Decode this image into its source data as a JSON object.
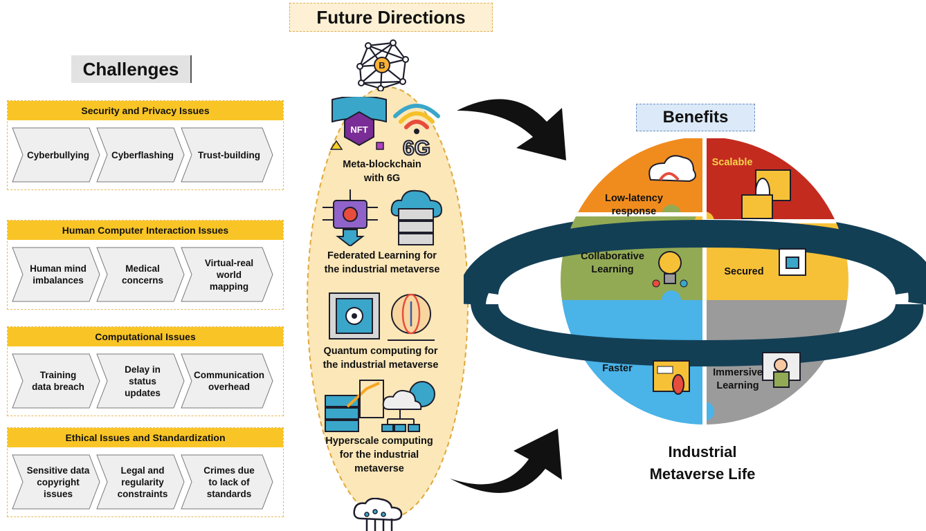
{
  "future_directions": {
    "title": "Future Directions",
    "items": [
      {
        "label": "Meta-blockchain\nwith 6G"
      },
      {
        "label": "Federated Learning for\nthe industrial metaverse"
      },
      {
        "label": "Quantum computing for\nthe industrial metaverse"
      },
      {
        "label": "Hyperscale computing\nfor the industrial\nmetaverse"
      }
    ],
    "icon_texts": {
      "nft": "NFT",
      "g6": "6G",
      "bitcoin": "B"
    }
  },
  "challenges": {
    "title": "Challenges",
    "groups": [
      {
        "title": "Security and Privacy Issues",
        "items": [
          "Cyberbullying",
          "Cyberflashing",
          "Trust-building"
        ]
      },
      {
        "title": "Human Computer Interaction Issues",
        "items": [
          "Human mind\nimbalances",
          "Medical\nconcerns",
          "Virtual-real\nworld\nmapping"
        ]
      },
      {
        "title": "Computational Issues",
        "items": [
          "Training\ndata breach",
          "Delay in status\nupdates",
          "Communication\noverhead"
        ]
      },
      {
        "title": "Ethical Issues and Standardization",
        "items": [
          "Sensitive data\ncopyright\nissues",
          "Legal and\nregularity\nconstraints",
          "Crimes due\nto lack of\nstandards"
        ]
      }
    ]
  },
  "benefits": {
    "title": "Benefits",
    "pieces": {
      "low_latency": "Low-latency\nresponse",
      "scalable": "Scalable",
      "collaborative": "Collaborative\nLearning",
      "secured": "Secured",
      "faster": "Faster",
      "immersive": "Immersive\nLearning"
    },
    "center_label": "Industrial\nMetaverse Life"
  },
  "colors": {
    "orange": "#f08c1e",
    "red": "#c42b1f",
    "green": "#93aa55",
    "yellow": "#f7c137",
    "blue": "#4ab3e8",
    "gray": "#9b9b9b",
    "ring": "#133f55",
    "ellipse_fill": "#fbe7b8",
    "ellipse_border": "#e0a83a",
    "panel_header": "#f9c526"
  }
}
